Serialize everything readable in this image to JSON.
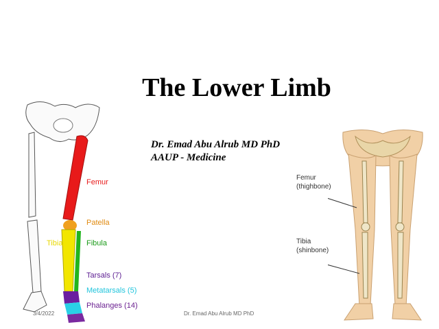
{
  "slide": {
    "title": "The Lower Limb",
    "author_line1": "Dr. Emad Abu Alrub MD PhD",
    "author_line2": "AAUP - Medicine",
    "footer_date": "3/4/2022",
    "footer_author": "Dr. Emad Abu Alrub MD PhD"
  },
  "left_figure": {
    "labels": {
      "femur": "Femur",
      "patella": "Patella",
      "tibia": "Tibia",
      "fibula": "Fibula",
      "tarsals": "Tarsals (7)",
      "metatarsals": "Metatarsals (5)",
      "phalanges": "Phalanges (14)"
    },
    "colors": {
      "femur": "#e81a1a",
      "patella": "#f0a01e",
      "tibia": "#f2e600",
      "fibula": "#22b51e",
      "tarsals": "#6a1fa0",
      "metatarsals": "#2ad0e6",
      "phalanges": "#7a2aa0"
    }
  },
  "right_figure": {
    "femur_label": "Femur",
    "femur_sub": "(thighbone)",
    "tibia_label": "Tibia",
    "tibia_sub": "(shinbone)"
  }
}
